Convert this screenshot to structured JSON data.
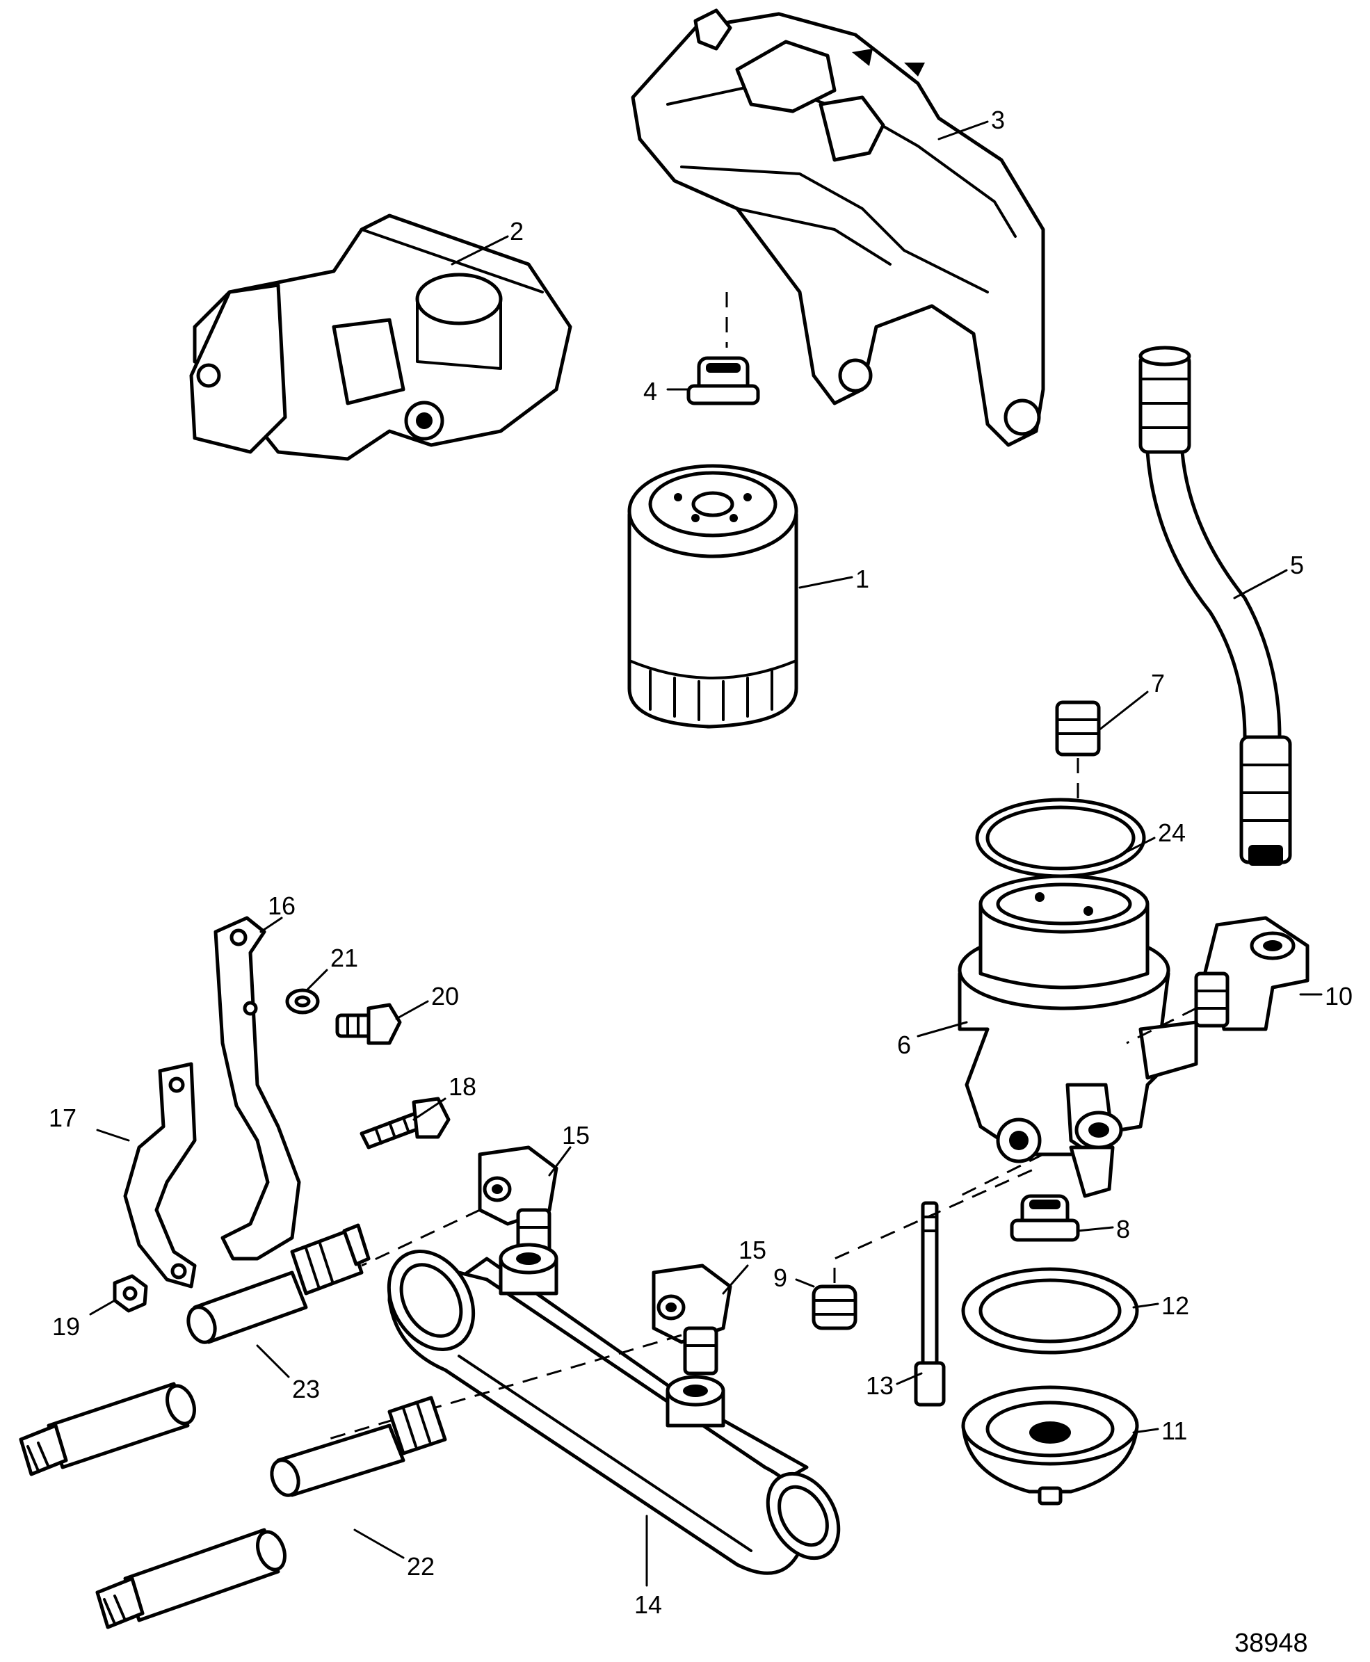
{
  "figure_number": "38948",
  "callouts": {
    "c1": "1",
    "c2": "2",
    "c3": "3",
    "c4": "4",
    "c5": "5",
    "c6": "6",
    "c7": "7",
    "c8": "8",
    "c9": "9",
    "c10": "10",
    "c11": "11",
    "c12": "12",
    "c13": "13",
    "c14": "14",
    "c15a": "15",
    "c15b": "15",
    "c16": "16",
    "c17": "17",
    "c18": "18",
    "c19": "19",
    "c20": "20",
    "c21": "21",
    "c22": "22",
    "c23": "23",
    "c24": "24"
  }
}
